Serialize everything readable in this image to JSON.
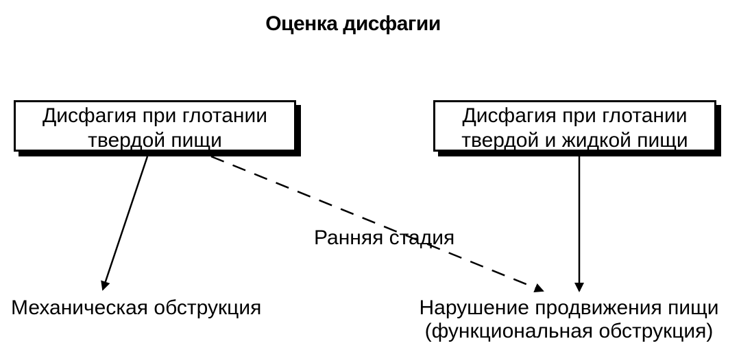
{
  "title": "Оценка дисфагии",
  "boxes": {
    "solid": {
      "line1": "Дисфагия при глотании",
      "line2": "твердой пищи"
    },
    "solid_liquid": {
      "line1": "Дисфагия при глотании",
      "line2": "твердой и жидкой пищи"
    }
  },
  "outcomes": {
    "mechanical": "Механическая обструкция",
    "motility": {
      "line1": "Нарушение продвижения пищи",
      "line2": "(функциональная обструкция)"
    }
  },
  "edge_labels": {
    "early_stage": "Ранняя стадия"
  }
}
